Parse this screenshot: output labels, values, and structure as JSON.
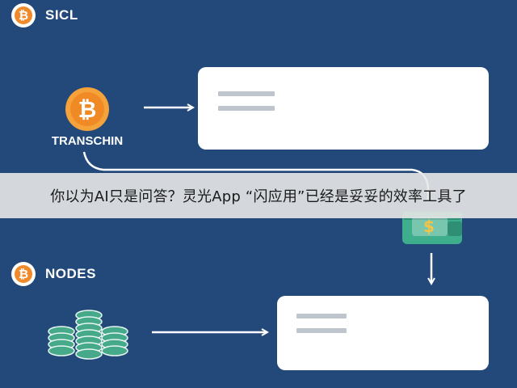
{
  "top_section": {
    "logo_icon": "bitcoin-icon",
    "logo_label": "SICL"
  },
  "bitcoin_node": {
    "icon": "bitcoin-icon",
    "label": "TRANSCHIN"
  },
  "banner": {
    "text": "你以为AI只是问答？灵光App “闪应用”已经是妥妥的效率工具了"
  },
  "bottom_section": {
    "logo_icon": "bitcoin-icon",
    "logo_label": "NODES"
  },
  "wallet": {
    "icon": "wallet-icon",
    "symbol": "$"
  },
  "coins": {
    "icon": "coin-stack-icon"
  },
  "colors": {
    "background": "#22497a",
    "accent_orange": "#f08a2b",
    "card": "#ffffff",
    "wallet_green": "#3fae8d",
    "coin_green": "#45a98a"
  }
}
